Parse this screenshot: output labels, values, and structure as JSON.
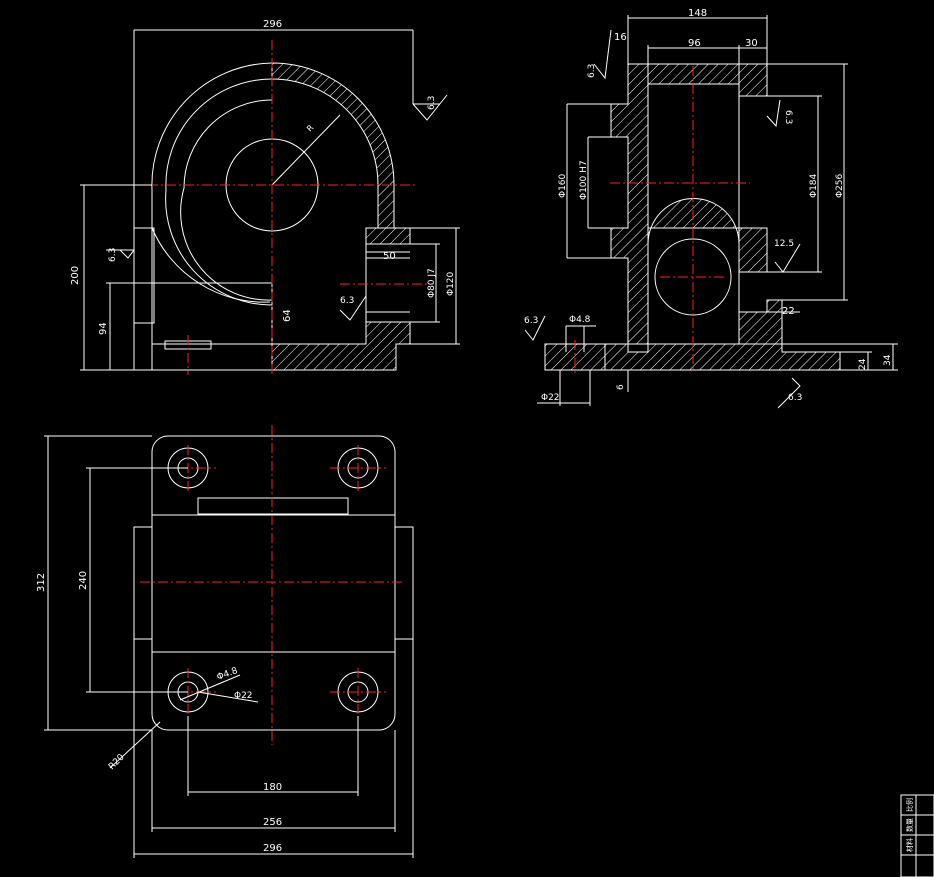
{
  "front_view": {
    "overall_width": "296",
    "height_200": "200",
    "height_94": "94",
    "dim_64": "64",
    "dim_50": "50",
    "bore_80": "Φ80 J7",
    "bore_120": "Φ120",
    "radius_label": "R",
    "roughness_1": "6.3",
    "roughness_2": "6.3",
    "roughness_3": "6.3"
  },
  "side_view": {
    "overall_148": "148",
    "dim_96": "96",
    "dim_30": "30",
    "dim_16": "16",
    "dia_160": "Φ160",
    "dia_100": "Φ100 H7",
    "dia_184": "Φ184",
    "dia_256": "Φ256",
    "hole_48": "Φ4.8",
    "hole_22": "Φ22",
    "dim_22": "22",
    "dim_24": "24",
    "dim_34": "34",
    "dim_6": "6",
    "roughness_a": "6.3",
    "roughness_b": "6.3",
    "roughness_c": "12.5",
    "roughness_d": "6.3",
    "roughness_e": "6.3"
  },
  "top_view": {
    "dim_312": "312",
    "dim_240": "240",
    "dim_180": "180",
    "dim_256": "256",
    "dim_296": "296",
    "hole_48": "Φ4.8",
    "hole_22": "Φ22",
    "radius_20": "R20"
  },
  "title_block": {
    "cell_1": "比例",
    "cell_2": "数量",
    "cell_3": "材料"
  }
}
